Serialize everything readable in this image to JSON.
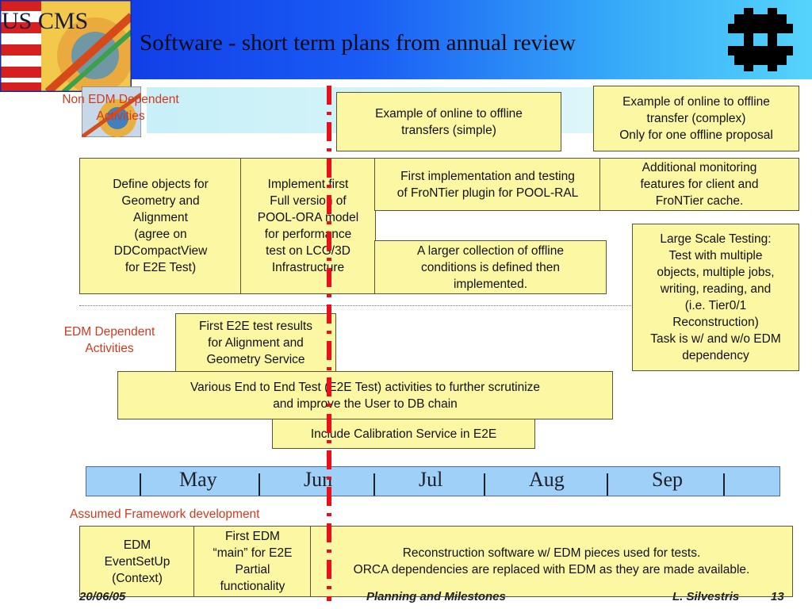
{
  "header": {
    "logo_left": "US CMS",
    "title": "Software - short term plans from annual review"
  },
  "labels": {
    "non_edm": "Non EDM Dependent\nActivities",
    "edm": "EDM Dependent\nActivities",
    "framework": "Assumed Framework development"
  },
  "boxes": {
    "online_simple": "Example of online to offline\ntransfers (simple)",
    "online_complex": "Example of online to offline\ntransfer (complex)\nOnly  for one offline proposal",
    "define_objects": "Define objects for\nGeometry and\nAlignment\n(agree on\nDDCompactView\nfor E2E Test)",
    "implement_first": "Implement first\nFull version of\nPOOL-ORA model\nfor performance\ntest on LCG/3D\nInfrastructure",
    "frontier_plugin": "First implementation and testing\nof FroNTier plugin for POOL-RAL",
    "monitoring": "Additional monitoring\nfeatures for client and\nFroNTier cache.",
    "conditions": "A larger collection of offline\nconditions is defined then\nimplemented.",
    "large_scale": "Large Scale Testing:\nTest with multiple\nobjects, multiple jobs,\nwriting, reading, and\n(i.e. Tier0/1\nReconstruction)\nTask is w/ and w/o EDM\ndependency",
    "e2e_results": "First E2E test results\nfor Alignment and\nGeometry Service",
    "e2e_various": "Various End to End Test (E2E Test) activities to further scrutinize\nand improve the User to DB chain",
    "calibration": "Include Calibration Service in E2E",
    "edm_eventsetup": "EDM\nEventSetUp\n(Context)",
    "first_edm": "First EDM\n“main” for E2E\nPartial\nfunctionality",
    "reconstruction": "Reconstruction software w/ EDM  pieces used for tests.\nORCA dependencies are replaced with EDM as they are made  available."
  },
  "timeline": {
    "months": [
      "May",
      "Jun",
      "Jul",
      "Aug",
      "Sep"
    ]
  },
  "footer": {
    "date": "20/06/05",
    "center": "Planning and Milestones",
    "author": "L. Silvestris",
    "page": "13"
  },
  "colors": {
    "box_fill": "#fbf7a2",
    "label_red": "#d03a1e",
    "today_line": "#e8101a",
    "timeline_fill": "#9fd0f8"
  }
}
